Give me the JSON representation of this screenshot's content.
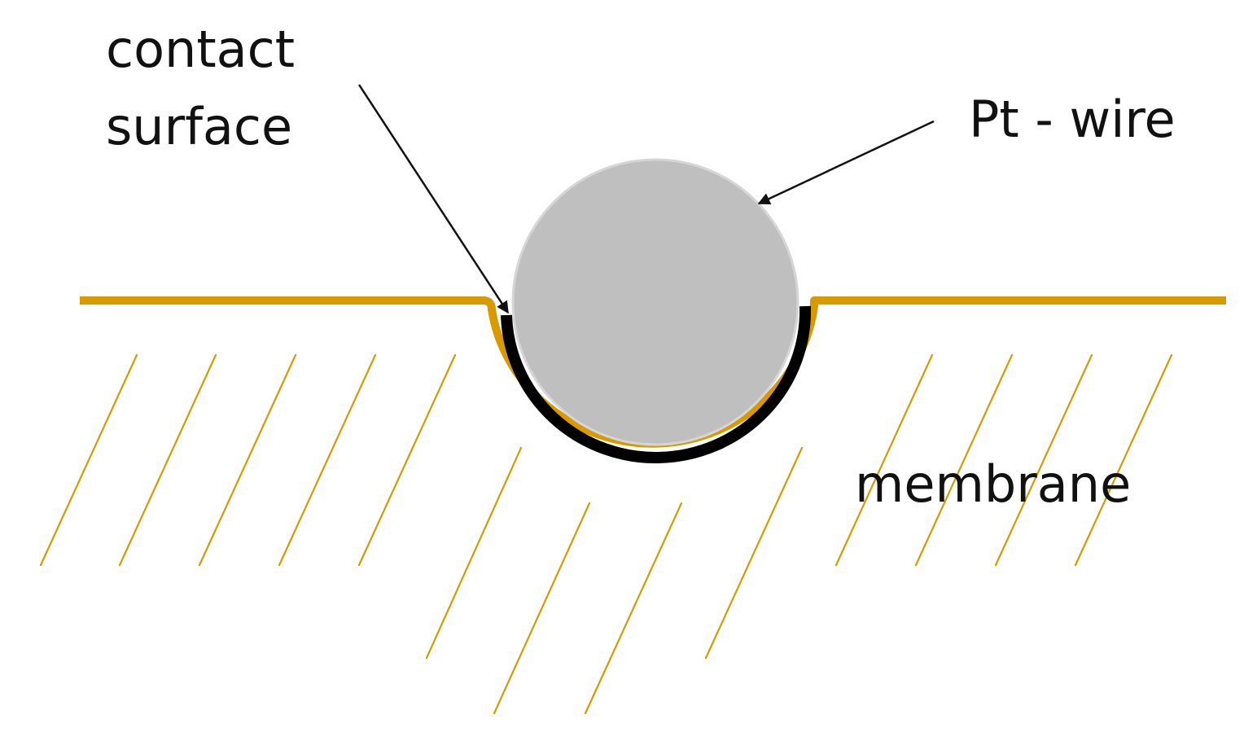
{
  "labels": {
    "contact_surface_line1": "contact",
    "contact_surface_line2": "surface",
    "pt_wire": "Pt - wire",
    "membrane": "membrane"
  },
  "colors": {
    "membrane": "#d89a00",
    "wire_fill": "#bfbfbf",
    "wire_stroke": "#d6d6d6",
    "contact_layer": "#000000",
    "text": "#111111",
    "arrow": "#111111"
  }
}
